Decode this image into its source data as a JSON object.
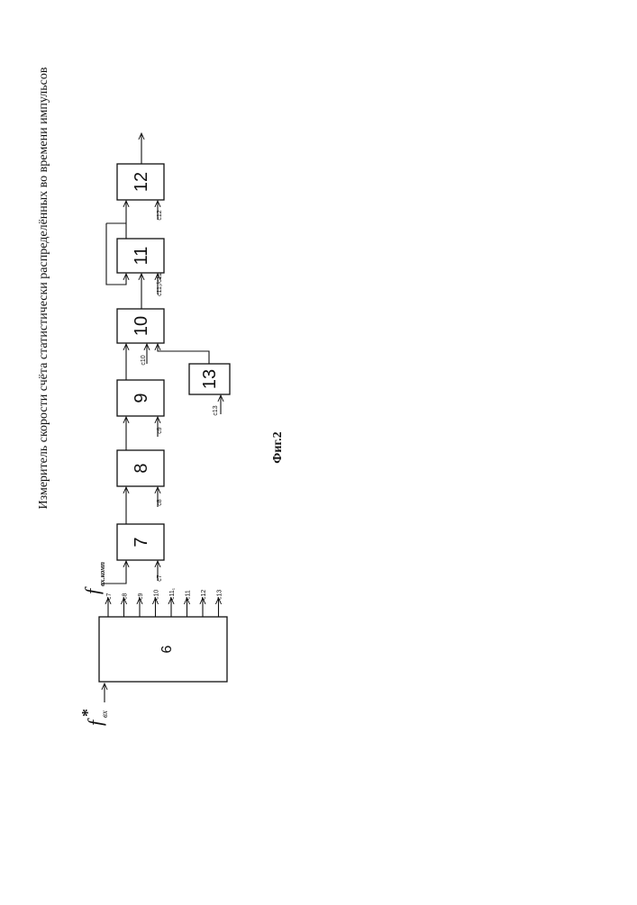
{
  "title": "Измеритель скорости счёта статистически распределённых во времени импульсов",
  "caption": "Фиг.2",
  "inputs": {
    "f_star": "f",
    "f_star_sup": "*",
    "f_star_sub": "вх",
    "f_comb": "f",
    "f_comb_sub": "вх.комп"
  },
  "blocks": {
    "b6": "6",
    "b7": "7",
    "b8": "8",
    "b9": "9",
    "b10": "10",
    "b11": "11",
    "b12": "12",
    "b13": "13"
  },
  "block6_outputs": [
    "с7",
    "с8",
    "с9",
    "с10",
    "с11₁",
    "с11",
    "с12",
    "с13"
  ],
  "control_labels": {
    "c7": "с7",
    "c8": "с8",
    "c9": "с9",
    "c10": "с10",
    "c11": "с11₁/с11",
    "c12": "с12",
    "c13": "с13"
  }
}
